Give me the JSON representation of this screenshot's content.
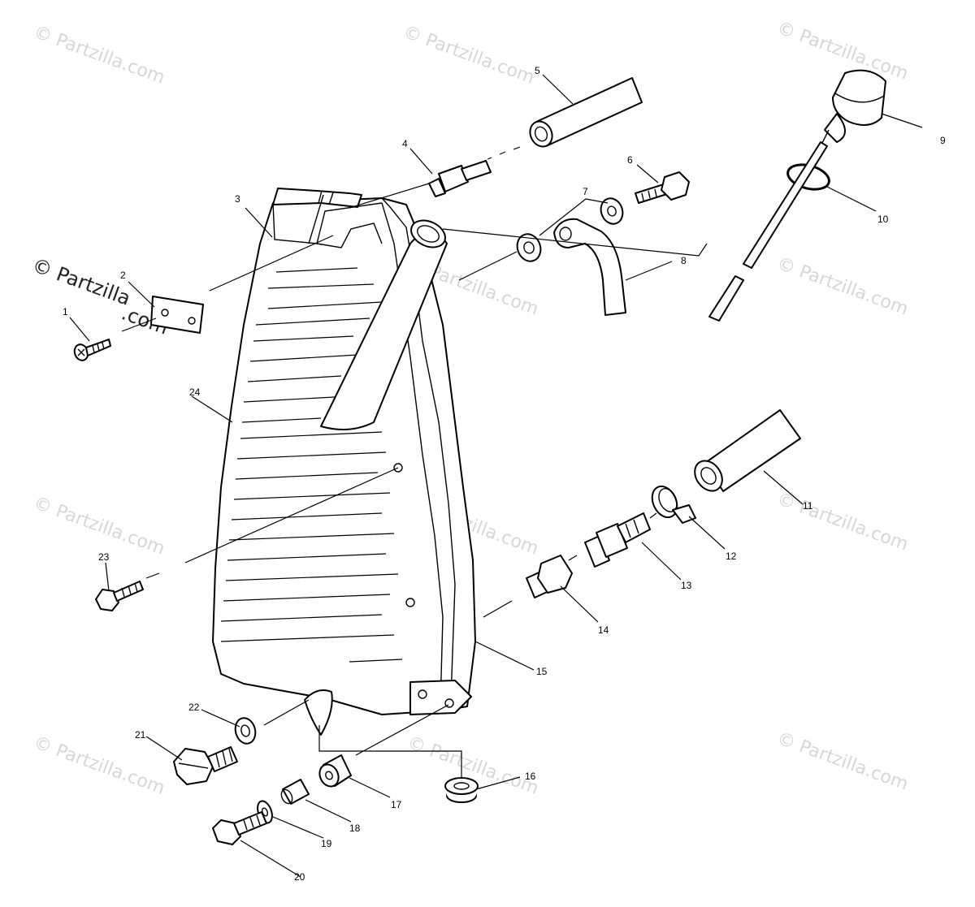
{
  "watermark": {
    "text": "© Partzilla.com",
    "main_line1": "© Partzilla",
    "main_line2": ".com"
  },
  "callouts": {
    "c1": "1",
    "c2": "2",
    "c3": "3",
    "c4": "4",
    "c5": "5",
    "c6": "6",
    "c7": "7",
    "c8": "8",
    "c9": "9",
    "c10": "10",
    "c11": "11",
    "c12": "12",
    "c13": "13",
    "c14": "14",
    "c15": "15",
    "c16": "16",
    "c17": "17",
    "c18": "18",
    "c19": "19",
    "c20": "20",
    "c21": "21",
    "c22": "22",
    "c23": "23",
    "c24": "24"
  }
}
